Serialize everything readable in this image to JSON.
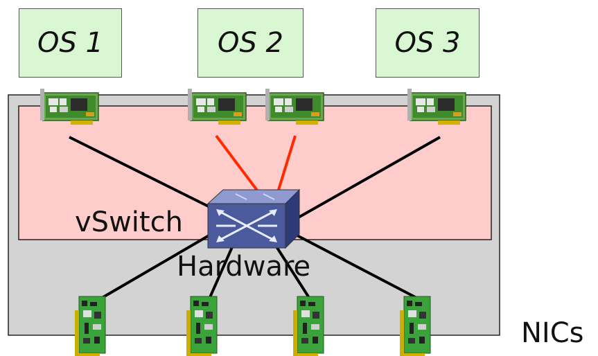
{
  "os_boxes": [
    {
      "label": "OS 1"
    },
    {
      "label": "OS 2"
    },
    {
      "label": "OS 3"
    }
  ],
  "labels": {
    "vswitch": "vSwitch",
    "hardware": "Hardware",
    "nics": "NICs"
  },
  "colors": {
    "os_fill": "#d9f7d2",
    "hardware_fill": "#d3d3d3",
    "vswitch_region_fill": "#ffcccc",
    "link_black": "#000000",
    "link_red": "#ff2a00",
    "switch_body": "#4a5a9c"
  },
  "icons": {
    "virtual_nic": "virtual-nic-card-icon",
    "physical_nic": "physical-nic-card-icon",
    "switch": "network-switch-icon"
  }
}
